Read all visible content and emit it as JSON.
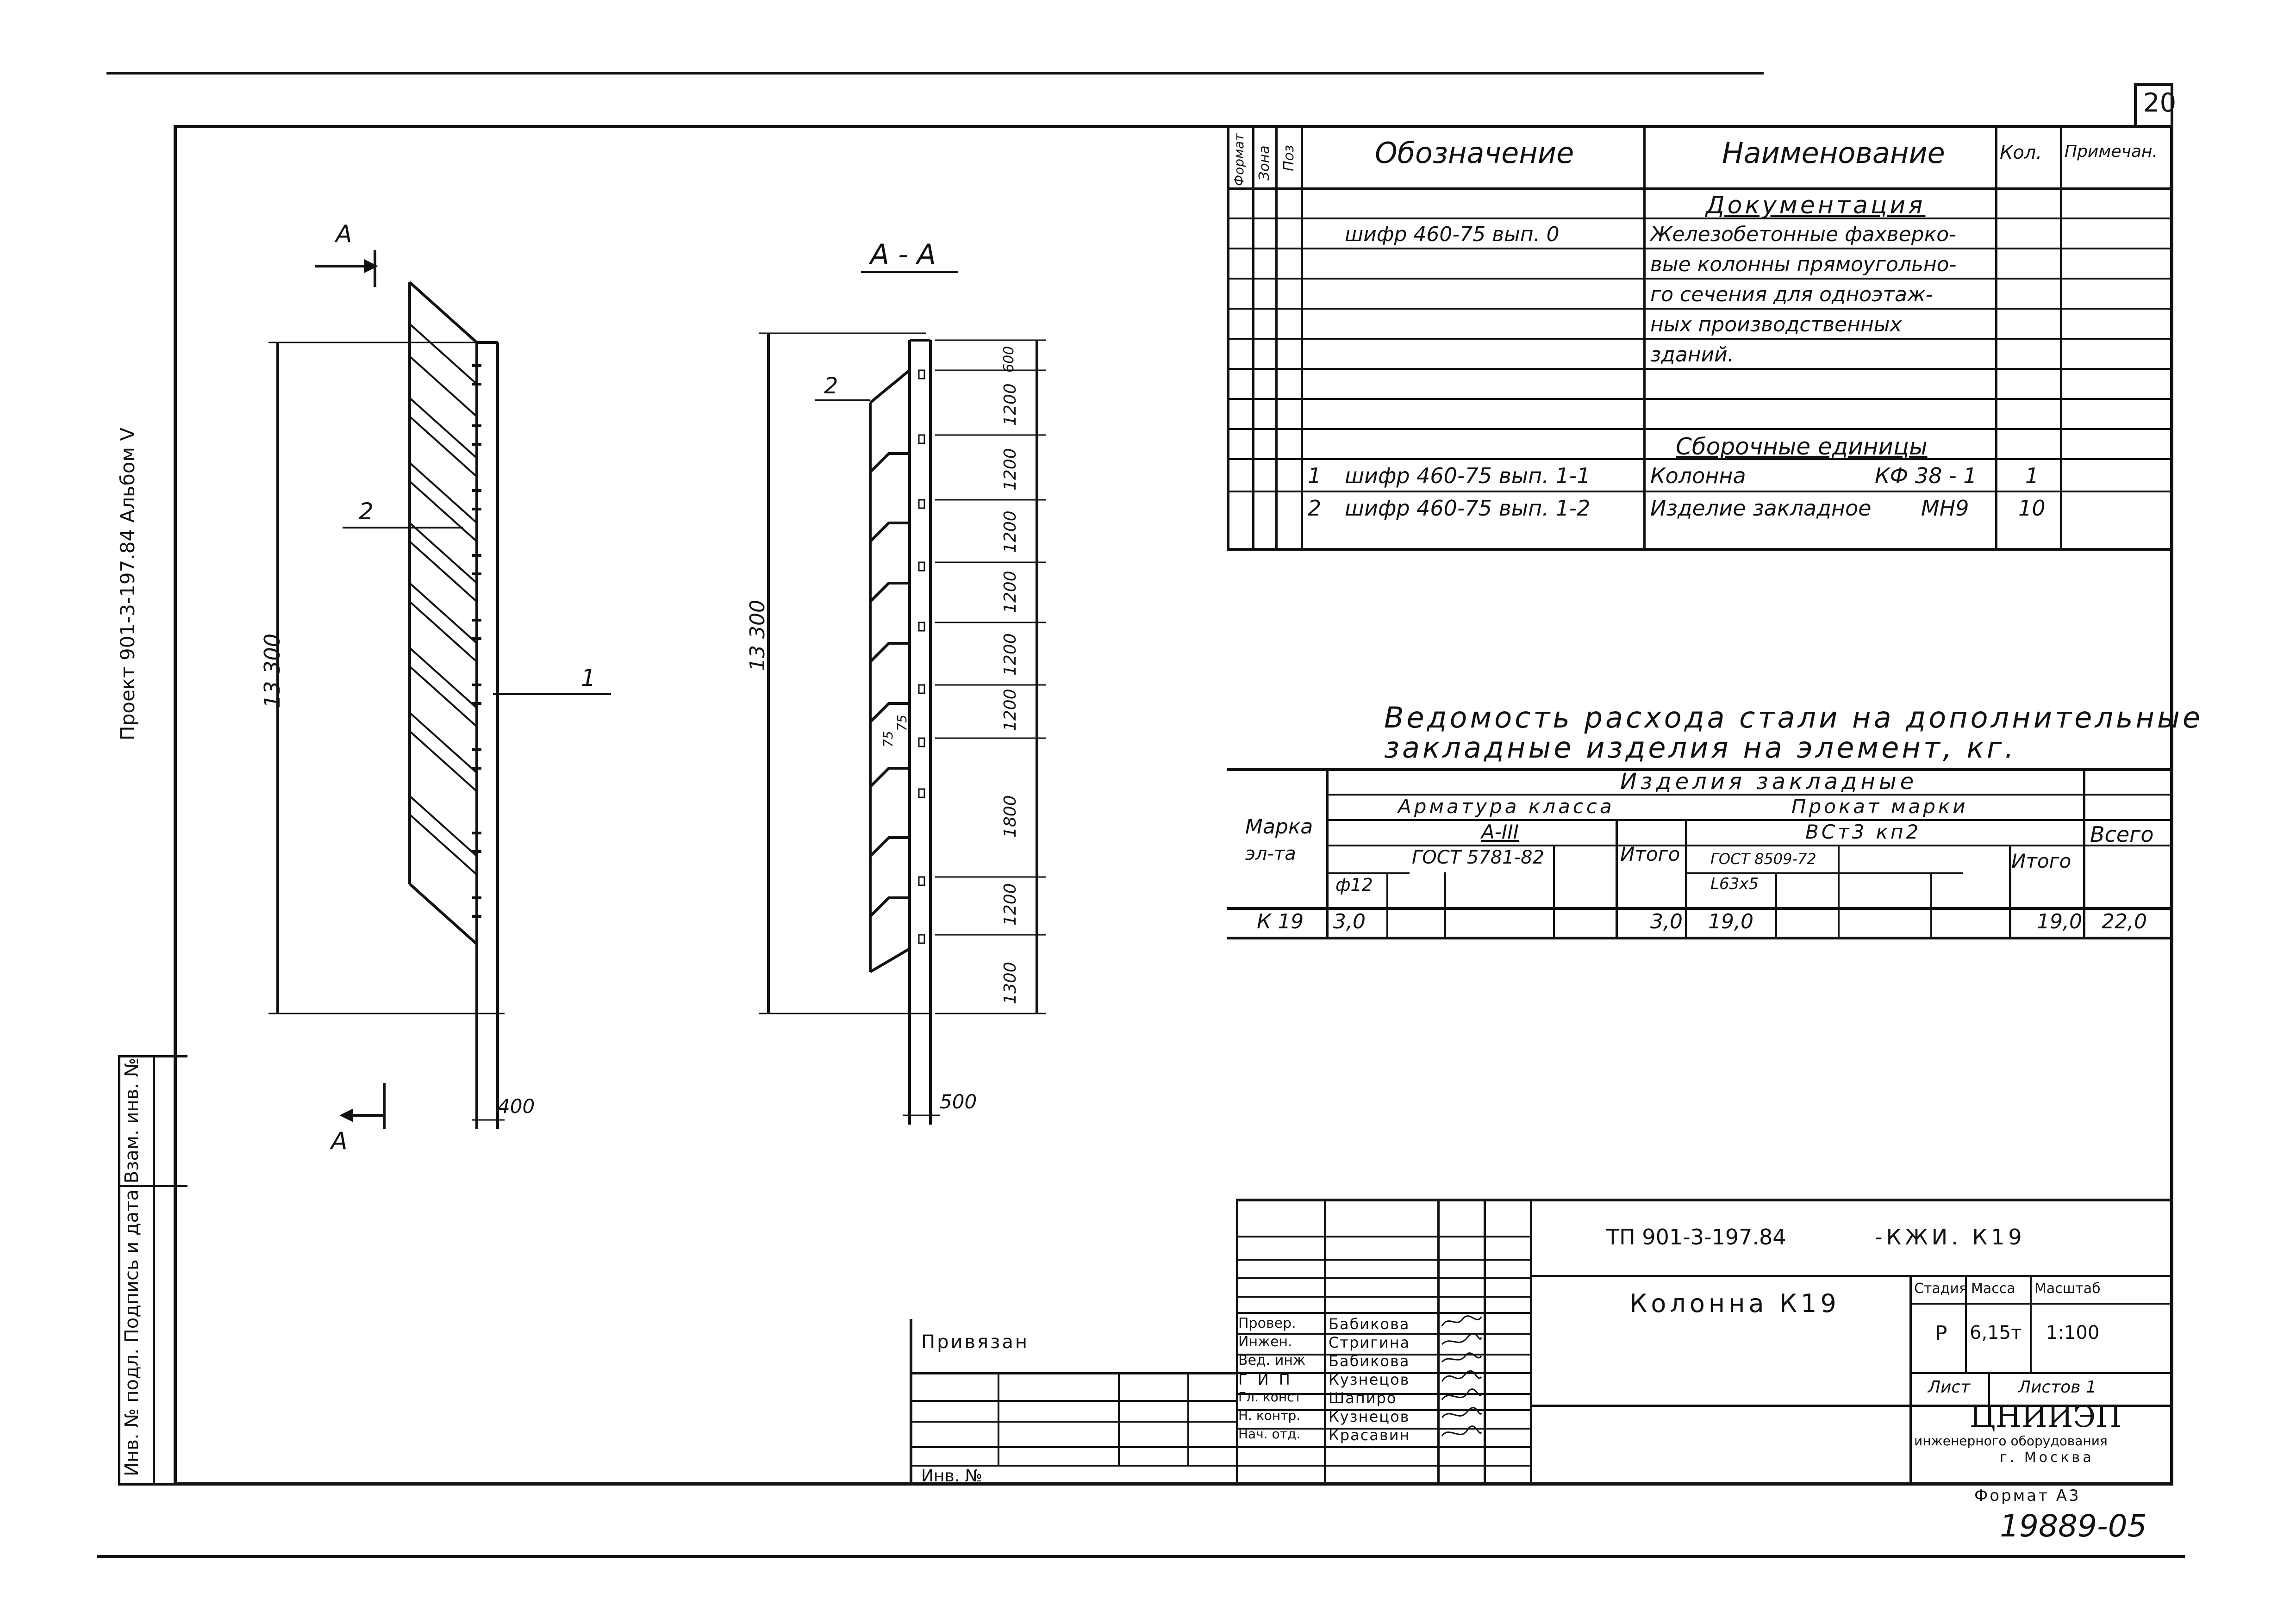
{
  "sheet": {
    "page_number": "20",
    "side_stamp": "Альбом V",
    "side_stamp_full": "Проект 901-3-197.84 Альбом V",
    "side_left": "Инв. № подл.   Подпись и дата   Взам. инв. №"
  },
  "views": {
    "left": {
      "cut_label_top": "А",
      "cut_label_bottom": "А",
      "callout_2": "2",
      "callout_1": "1",
      "dim_height": "13 300",
      "dim_width": "400"
    },
    "section": {
      "title": "А - А",
      "callout_2": "2",
      "dim_height": "13 300",
      "dim_width": "500",
      "segments": [
        "600",
        "1200",
        "1200",
        "1200",
        "1200",
        "1200",
        "1200",
        "1800",
        "1200",
        "1300"
      ],
      "small_dims": [
        "75",
        "75"
      ]
    }
  },
  "spec": {
    "headers": {
      "format": "Формат",
      "zone": "Зона",
      "pos": "Поз",
      "designation": "Обозначение",
      "name": "Наименование",
      "qty": "Кол.",
      "note": "Примечан."
    },
    "section_documentation": "Документация",
    "section_assembly": "Сборочные единицы",
    "doc_designation": "шифр 460-75  вып. 0",
    "doc_name_lines": [
      "Железобетонные фахверко-",
      "вые колонны прямоугольно-",
      "го сечения для одноэтаж-",
      "ных производственных",
      "зданий."
    ],
    "items": [
      {
        "pos": "1",
        "designation": "шифр 460-75  вып. 1-1",
        "name": "Колонна",
        "mark": "КФ 38 - 1",
        "qty": "1"
      },
      {
        "pos": "2",
        "designation": "шифр 460-75  вып. 1-2",
        "name": "Изделие закладное",
        "mark": "МН9",
        "qty": "10"
      }
    ]
  },
  "steel": {
    "title_line1": "Ведомость расхода стали на дополнительные",
    "title_line2": "закладные изделия на элемент, кг.",
    "h_group": "Изделия   закладные",
    "h_rebar": "Арматура  класса",
    "h_rebar_class": "А-III",
    "h_rebar_gost": "ГОСТ 5781-82",
    "h_rebar_dia": "ф12",
    "h_rolled": "Прокат  марки",
    "h_rolled_grade": "ВСт3 кп2",
    "h_rolled_gost": "ГОСТ 8509-72",
    "h_rolled_size": "L63x5",
    "h_mark": "Марка",
    "h_mark2": "эл-та",
    "h_total1": "Итого",
    "h_total2": "Итого",
    "h_all": "Всего",
    "row": {
      "mark": "К 19",
      "rebar": "3,0",
      "rebar_total": "3,0",
      "rolled": "19,0",
      "rolled_total": "19,0",
      "all": "22,0"
    }
  },
  "title_block": {
    "code": "ТП 901-3-197.84",
    "suffix": "-КЖИ.  К19",
    "name": "Колонна  К19",
    "stage_label": "Стадия",
    "mass_label": "Масса",
    "scale_label": "Масштаб",
    "stage": "Р",
    "mass": "6,15т",
    "scale": "1:100",
    "sheet_label": "Лист",
    "sheets_label": "Листов 1",
    "org_line1": "ЦНИИЭП",
    "org_line2": "инженерного оборудования",
    "org_line3": "г. Москва",
    "format": "Формат А3",
    "number": "19889-05",
    "privyazan": "Привязан",
    "inv": "Инв. №",
    "roles": [
      {
        "role": "Провер.",
        "name": "Бабикова"
      },
      {
        "role": "Инжен.",
        "name": "Стригина"
      },
      {
        "role": "Вед. инж",
        "name": "Бабикова"
      },
      {
        "role": "Г И П",
        "name": "Кузнецов"
      },
      {
        "role": "Гл. конст",
        "name": "Шапиро"
      },
      {
        "role": "Н. контр.",
        "name": "Кузнецов"
      },
      {
        "role": "Нач. отд.",
        "name": "Красавин"
      }
    ]
  },
  "colors": {
    "ink": "#111111",
    "paper": "#ffffff"
  }
}
